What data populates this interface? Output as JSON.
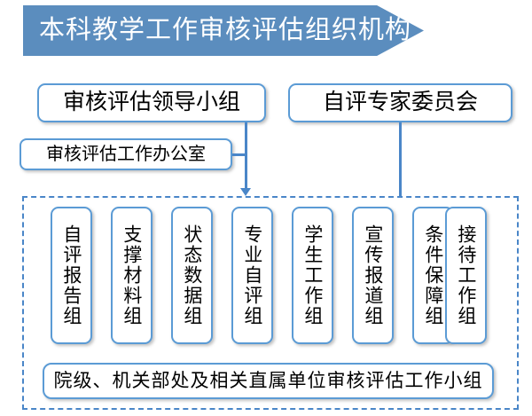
{
  "title_banner": {
    "text": "本科教学工作审核评估组织机构",
    "fill_color": "#5B8DBE",
    "text_color": "#FFFFFF",
    "shape": "right-arrow-pentagon"
  },
  "theme": {
    "box_border_color": "#5B9BD5",
    "connector_color": "#4A86C8",
    "dashed_border_color": "#4A86C8",
    "box_fill": "#FFFFFF",
    "text_color": "#000000"
  },
  "nodes": {
    "leadership_group": "审核评估领导小组",
    "expert_committee": "自评专家委员会",
    "work_office": "审核评估工作办公室",
    "bottom_group": "院级、机关部处及相关直属单位审核评估工作小组"
  },
  "working_groups": [
    {
      "label": "自评报告组"
    },
    {
      "label": "支撑材料组"
    },
    {
      "label": "状态数据组"
    },
    {
      "label": "专业自评组"
    },
    {
      "label": "学生工作组"
    },
    {
      "label": "宣传报道组"
    },
    {
      "label": "条件保障组"
    },
    {
      "label": "接待工作组"
    }
  ]
}
